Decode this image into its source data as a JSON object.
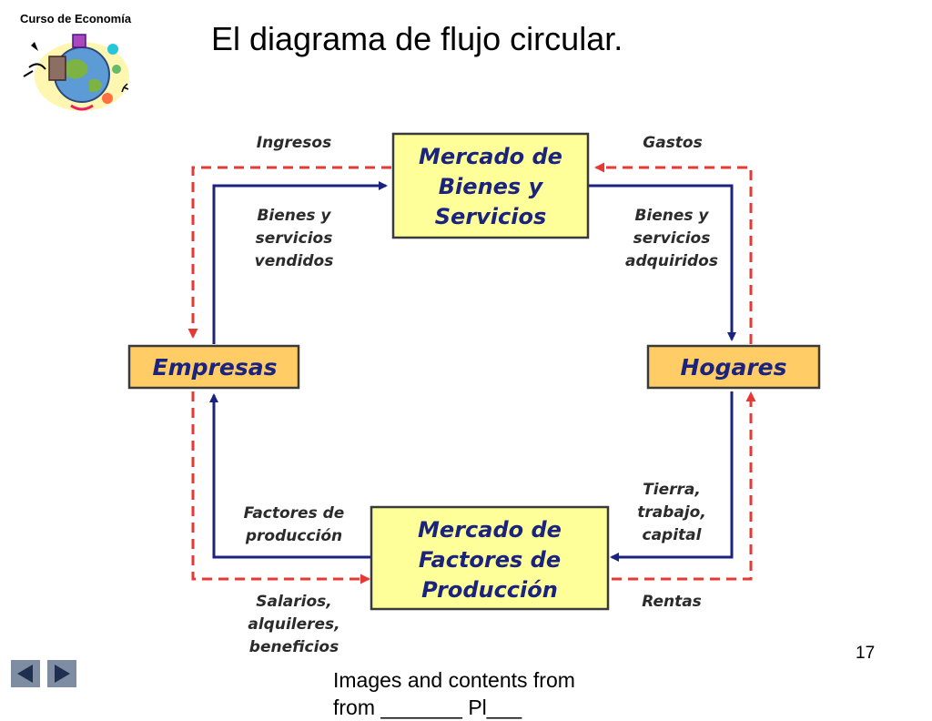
{
  "slide": {
    "course_label": "Curso de Economía",
    "title": "El diagrama de flujo circular.",
    "page_number": "17",
    "footer_line1": "Images and contents from",
    "footer_line2": "from _______ Pl___"
  },
  "navigation": {
    "prev_icon": "triangle-left-icon",
    "next_icon": "triangle-right-icon"
  },
  "diagram": {
    "nodes": {
      "goods_market": [
        "Mercado de",
        "Bienes y",
        "Servicios"
      ],
      "factor_market": [
        "Mercado de",
        "Factores de",
        "Producción"
      ],
      "firms": "Empresas",
      "households": "Hogares"
    },
    "flows": {
      "revenue": "Ingresos",
      "spending": "Gastos",
      "goods_sold": [
        "Bienes y",
        "servicios",
        "vendidos"
      ],
      "goods_bought": [
        "Bienes y",
        "servicios",
        "adquiridos"
      ],
      "factors_of_production": [
        "Factores de",
        "producción"
      ],
      "land_labor_capital": [
        "Tierra,",
        "trabajo,",
        "capital"
      ],
      "wages_rent_profit": [
        "Salarios,",
        "alquileres,",
        "beneficios"
      ],
      "income": "Rentas"
    },
    "legend": {
      "money_flow_color": "#e53935",
      "goods_flow_color": "#1a237e"
    },
    "colors": {
      "market_box_fill": "#ffff99",
      "agent_box_fill": "#ffcc66",
      "box_border": "#3a3a3a"
    }
  }
}
